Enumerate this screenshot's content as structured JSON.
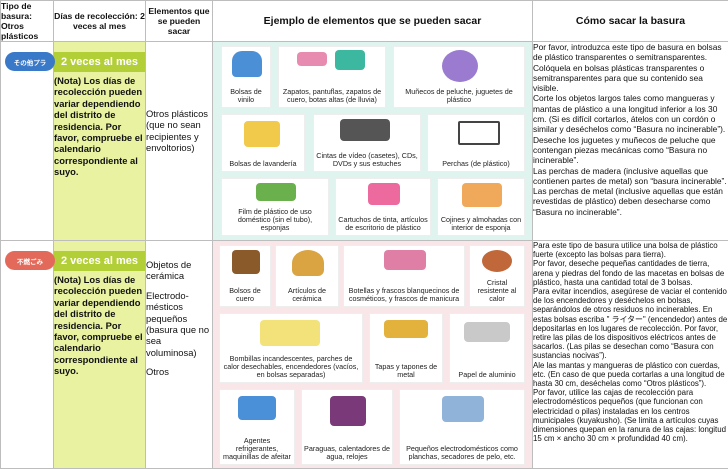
{
  "headers": {
    "col1": "Tipo de basura: Otros plásticos",
    "col2": "Días de recolección: 2 veces al mes",
    "col3": "Elementos que se pueden sacar",
    "col4": "Ejemplo de elementos que se pueden sacar",
    "col5": "Cómo sacar la basura"
  },
  "rows": [
    {
      "badge": "その他プラ",
      "badge_color": "#3a78c8",
      "schedule_big": "2 veces al mes",
      "schedule_note": "(Nota) Los días de recolección pueden variar dependiendo del distrito de residencia. Por favor, compruebe el calendario correspondiente al suyo.",
      "items": [
        "Otros plásticos (que no sean recipientes y envoltorios)"
      ],
      "examples": [
        "Bolsas de vinilo",
        "Zapatos, pantuflas, zapatos de cuero, botas altas (de lluvia)",
        "Muñecos de peluche, juguetes de plástico",
        "Bolsas de lavandería",
        "Cintas de vídeo (casetes), CDs, DVDs y sus estuches",
        "Perchas (de plástico)",
        "Film de plástico de uso doméstico (sin el tubo), esponjas",
        "Cartuchos de tinta, artículos de escritorio de plástico",
        "Cojines y almohadas con interior de esponja"
      ],
      "instructions": [
        "Por favor, introduzca este tipo de basura en bolsas de plástico transparentes o semitransparentes.",
        "Colóquela en bolsas plásticas transparentes o semitransparentes para que su contenido sea visible.",
        "Corte los objetos largos tales como mangueras y mantas de plástico a una longitud inferior a los 30 cm. (Si es difícil cortarlos, átelos con un cordón o similar y deséchelos como “Basura no incinerable”).",
        "Deseche los juguetes y muñecos de peluche que contengan piezas mecánicas como “Basura no incinerable”.",
        "Las perchas de madera (inclusive aquellas que contienen partes de metal) son “basura incinerable”. Las perchas de metal (inclusive aquellas que están revestidas de plástico) deben desecharse como “Basura no incinerable”."
      ]
    },
    {
      "badge": "不燃ごみ",
      "badge_color": "#e36a5b",
      "schedule_big": "2 veces al mes",
      "schedule_note": "(Nota) Los días de recolección pueden variar dependiendo del distrito de residencia. Por favor, compruebe el calendario correspondiente al suyo.",
      "items": [
        "Objetos de cerámica",
        "Electrodo-mésticos pequeños (basura que no sea voluminosa)",
        "Otros"
      ],
      "examples": [
        "Bolsos de cuero",
        "Artículos de cerámica",
        "Botellas y frascos blanquecinos de cosméticos, y frascos de manicura",
        "Cristal resistente al calor",
        "Bombillas incandescentes, parches de calor desechables, encendedores (vacíos, en bolsas separadas)",
        "Tapas y tapones de metal",
        "Papel de aluminio",
        "Agentes refrigerantes, maquinillas de afeitar",
        "Paraguas, calentadores de agua, relojes",
        "Pequeños electrodomésticos como planchas, secadores de pelo, etc."
      ],
      "instructions": [
        "Para este tipo de basura utilice una bolsa de plástico fuerte (excepto las bolsas para tierra).",
        "Por favor, deseche pequeñas cantidades de tierra, arena y piedras del fondo de las macetas en bolsas de plástico, hasta una cantidad total de 3 bolsas.",
        "Para evitar incendios, asegúrese de vaciar el contenido de los encendedores y deséchelos en bolsas, separándolos de otros residuos no incinerables. En estas bolsas escriba \" ライター\" (encendedor) antes de depositarlas en los lugares de recolección.   Por favor, retire las pilas de los dispositivos eléctricos antes de sacarlos. (Las pilas se desechan como “Basura con sustancias nocivas”).",
        "Ale las mantas y mangueras de plástico con cuerdas, etc. (En caso de que pueda cortarlas a una longitud de hasta 30 cm, deséchelas como “Otros plásticos”).",
        "Por favor, utilice las cajas de recolección para electrodomésticos pequeños (que funcionan con electricidad o pilas) instaladas en los centros municipales (kuyakusho). (Se limita a artículos cuyas dimensiones quepan en la ranura de las cajas: longitud 15 cm × ancho 30 cm × profundidad 40 cm)."
      ]
    }
  ],
  "colors": {
    "accent_green": "#b3cf37",
    "schedule_bg": "#e9f2a1",
    "teal_bg": "#dff3ef",
    "pink_bg": "#f8e6e8"
  }
}
